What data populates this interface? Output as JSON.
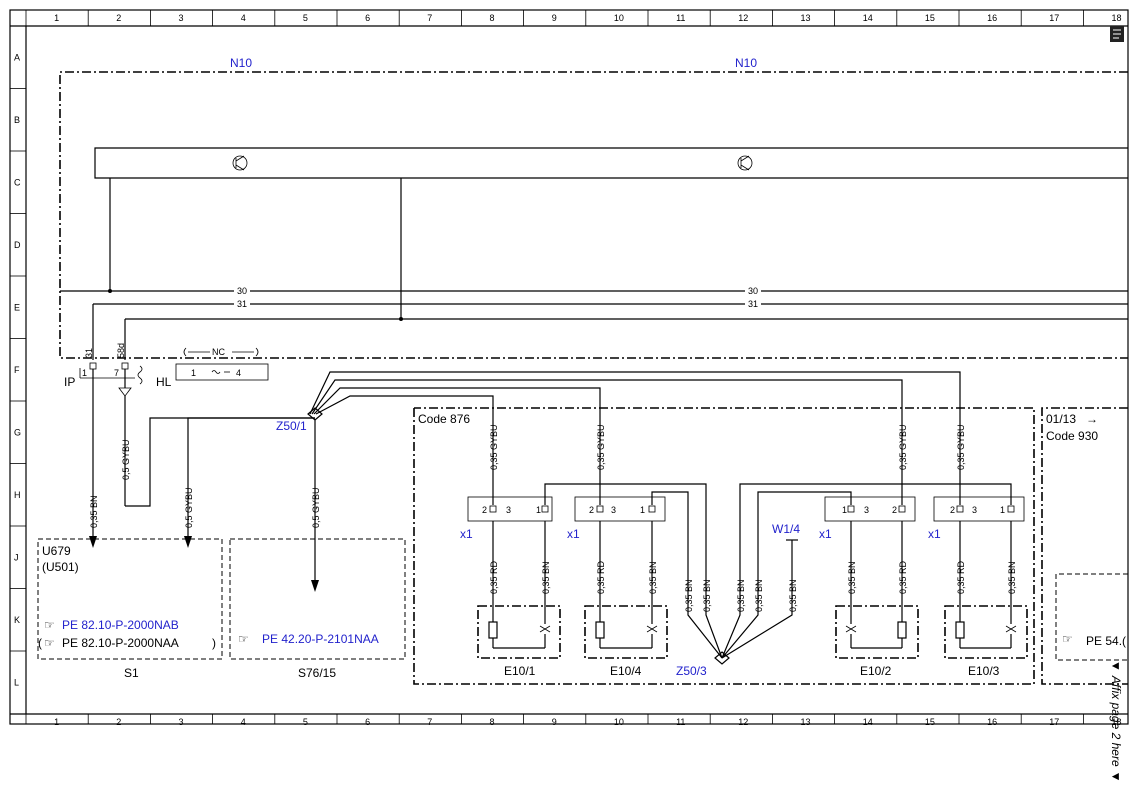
{
  "grid": {
    "columns": [
      "1",
      "2",
      "3",
      "4",
      "5",
      "6",
      "7",
      "8",
      "9",
      "10",
      "11",
      "12",
      "13",
      "14",
      "15",
      "16",
      "17",
      "18"
    ],
    "rows": [
      "A",
      "B",
      "C",
      "D",
      "E",
      "F",
      "G",
      "H",
      "J",
      "K",
      "L"
    ]
  },
  "components": {
    "n10_left": "N10",
    "n10_right": "N10",
    "ip": "IP",
    "hl": "HL",
    "z50_1": "Z50/1",
    "z50_3": "Z50/3",
    "w1_4": "W1/4",
    "u679": "U679",
    "u501": "(U501)",
    "s1": "S1",
    "s76_15": "S76/15",
    "e10_1": "E10/1",
    "e10_4": "E10/4",
    "e10_2": "E10/2",
    "e10_3": "E10/3",
    "code876": "Code 876",
    "code930_date": "01/13",
    "code930": "Code 930",
    "x1": "x1"
  },
  "buses": {
    "b30": "30",
    "b31": "31"
  },
  "pins": {
    "p31": "31",
    "p58d": "58d",
    "p1": "1",
    "p7": "7",
    "nc": "NC",
    "hl1": "1",
    "hl4": "4",
    "c1": "1",
    "c2": "2",
    "c3": "3"
  },
  "wires": {
    "bn": "0,35 BN",
    "bn05": "0,35 BN",
    "gybu05": "0,5 GYBU",
    "gybu035": "0,35 GYBU",
    "rd": "0,35 RD"
  },
  "refs": {
    "s1_main": "PE 82.10-P-2000NAB",
    "s1_alt": "PE 82.10-P-2000NAA",
    "s76": "PE 42.20-P-2101NAA",
    "cut": "PE 54.("
  },
  "side_note": "Affix page 2 here"
}
